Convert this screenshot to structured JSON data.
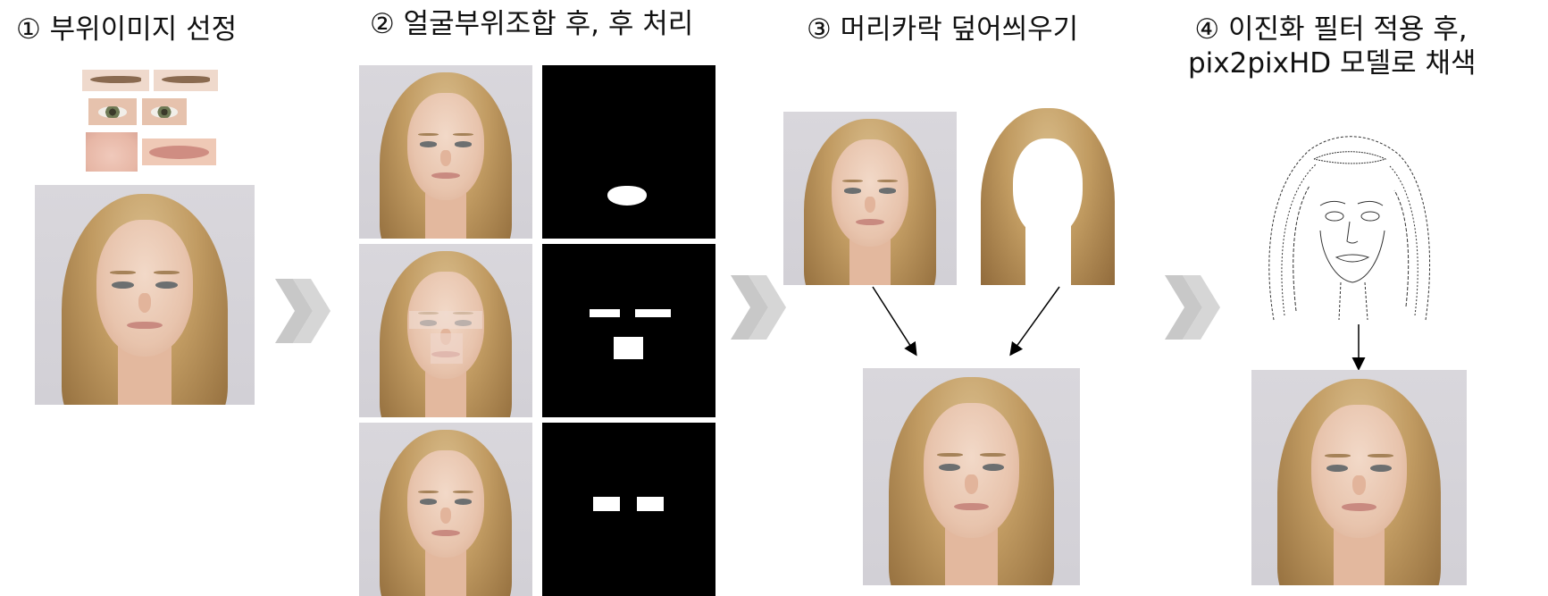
{
  "steps": [
    {
      "id": 1,
      "title": "① 부위이미지 선정"
    },
    {
      "id": 2,
      "title": "② 얼굴부위조합 후, 후 처리"
    },
    {
      "id": 3,
      "title": "③ 머리카락 덮어씌우기"
    },
    {
      "id": 4,
      "title_line1": "④ 이진화 필터 적용 후,",
      "title_line2": "pix2pixHD 모델로 채색"
    }
  ],
  "colors": {
    "arrow_chevron": "#c8c8c8",
    "mask_bg": "#000000",
    "mask_fg": "#ffffff",
    "connector": "#000000"
  }
}
